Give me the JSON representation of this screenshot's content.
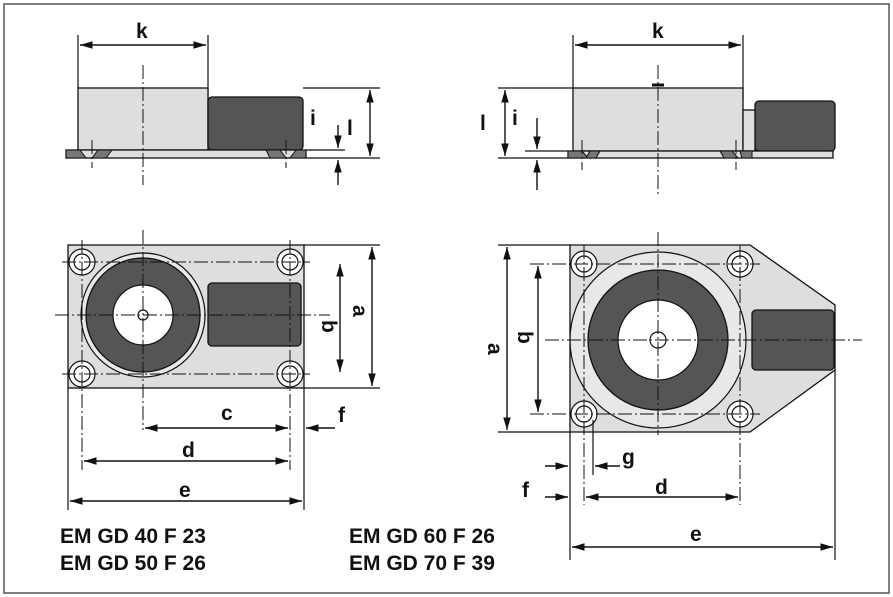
{
  "dimension_labels": {
    "left_top_k": "k",
    "right_top_k": "k",
    "left_h": "i",
    "left_i": "l",
    "right_h": "l",
    "right_i": "i",
    "left_b": "b",
    "left_a": "a",
    "left_c": "c",
    "left_d": "d",
    "left_e": "e",
    "left_f": "f",
    "right_a": "a",
    "right_b": "b",
    "right_d": "d",
    "right_e": "e",
    "right_f": "f",
    "right_g": "g"
  },
  "models_left": [
    "EM GD 40 F 23",
    "EM GD 50 F 26"
  ],
  "models_right": [
    "EM GD 60 F 26",
    "EM GD 70 F 39"
  ],
  "colors": {
    "body": "#dedede",
    "coil": "#555555",
    "line": "#111111",
    "frame": "#555555"
  }
}
